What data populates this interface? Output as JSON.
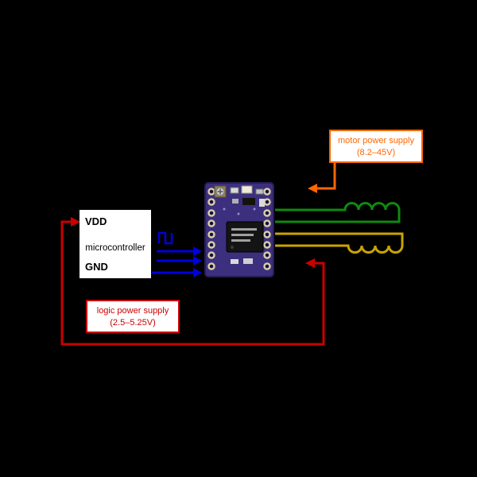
{
  "colors": {
    "background": "#000000",
    "logic_power": "#cc0000",
    "control_signals": "#0000dd",
    "coil_green": "#0e8a0e",
    "coil_yellow": "#c8a400",
    "motor_power": "#ff6600",
    "board_purple": "#3c2f7e",
    "board_edge": "#271d55",
    "box_background": "#ffffff",
    "microcontroller_text": "#000000"
  },
  "microcontroller": {
    "pin_top": "VDD",
    "label": "microcontroller",
    "pin_bottom": "GND"
  },
  "callouts": {
    "motor_power": {
      "line1": "motor power supply",
      "line2": "(8.2–45V)"
    },
    "logic_power": {
      "line1": "logic power supply",
      "line2": "(2.5–5.25V)"
    }
  }
}
